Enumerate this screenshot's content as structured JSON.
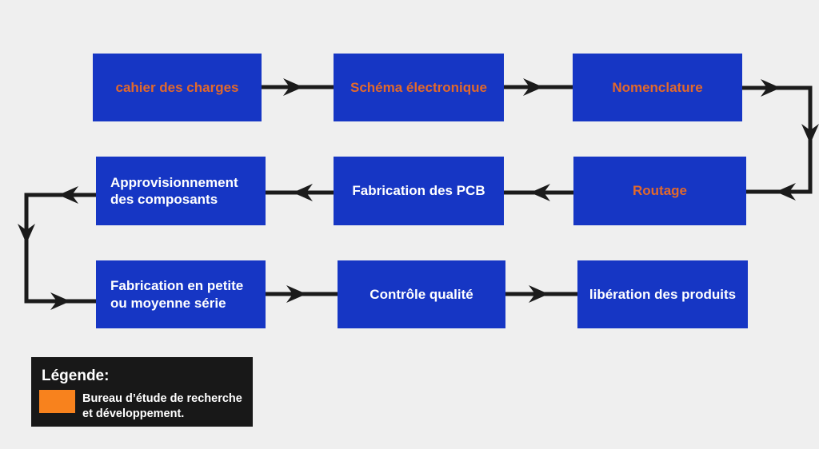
{
  "colors": {
    "background": "#efefef",
    "node_fill": "#1636c4",
    "node_text_orange": "#e2692b",
    "node_text_white": "#ffffff",
    "arrow": "#1b1b1b",
    "legend_background": "#181818",
    "legend_swatch_orange": "#f8821d",
    "legend_text": "#ffffff"
  },
  "flowchart": {
    "nodes": [
      {
        "id": "cahier-des-charges",
        "label": "cahier des charges",
        "text_color": "orange",
        "row": 1
      },
      {
        "id": "schema-electronique",
        "label": "Schéma électronique",
        "text_color": "orange",
        "row": 1
      },
      {
        "id": "nomenclature",
        "label": "Nomenclature",
        "text_color": "orange",
        "row": 1
      },
      {
        "id": "approvisionnement",
        "label": "Approvisionnement\ndes composants",
        "text_color": "white",
        "row": 2
      },
      {
        "id": "fabrication-pcb",
        "label": "Fabrication des PCB",
        "text_color": "white",
        "row": 2
      },
      {
        "id": "routage",
        "label": "Routage",
        "text_color": "orange",
        "row": 2
      },
      {
        "id": "fabrication-serie",
        "label": "Fabrication en petite\nou moyenne série",
        "text_color": "white",
        "row": 3
      },
      {
        "id": "controle-qualite",
        "label": "Contrôle qualité",
        "text_color": "white",
        "row": 3
      },
      {
        "id": "liberation-produits",
        "label": "libération des produits",
        "text_color": "white",
        "row": 3
      }
    ],
    "edges": [
      "cahier-des-charges -> schema-electronique",
      "schema-electronique -> nomenclature",
      "nomenclature -> routage",
      "routage -> fabrication-pcb",
      "fabrication-pcb -> approvisionnement",
      "approvisionnement -> fabrication-serie",
      "fabrication-serie -> controle-qualite",
      "controle-qualite -> liberation-produits"
    ]
  },
  "legend": {
    "title": "Légende:",
    "items": [
      {
        "swatch_color": "#f8821d",
        "label": "Bureau d’étude de recherche\net développement."
      }
    ]
  }
}
